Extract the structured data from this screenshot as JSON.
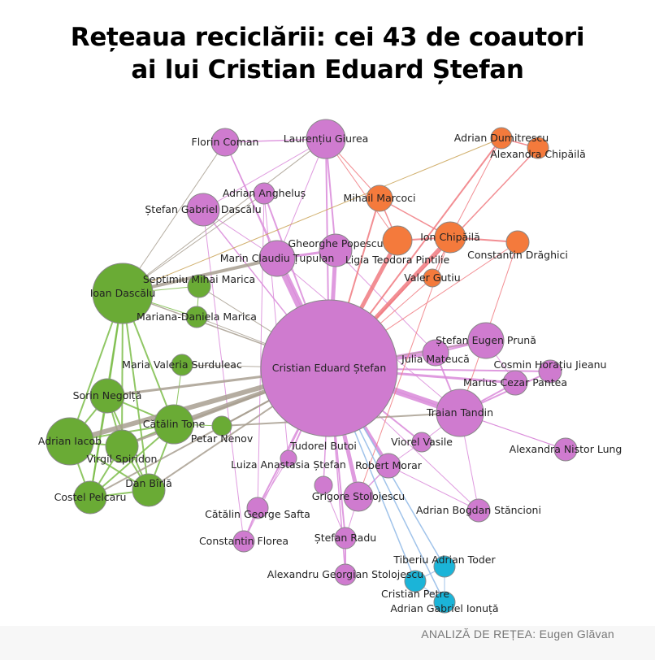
{
  "title": {
    "line1": "Rețeaua reciclării: cei 43 de coautori",
    "line2": "ai lui Cristian Eduard Ștefan"
  },
  "credit": "ANALIZĂ DE REȚEA: Eugen Glăvan",
  "colors": {
    "purple": "#cf7bcf",
    "green": "#6aab35",
    "orange": "#f47a3c",
    "blue": "#1bb4d8",
    "gray": "#a89f90"
  },
  "nodes": [
    {
      "name": "Cristian Eduard Ștefan",
      "group": "purple"
    },
    {
      "name": "Florin Coman",
      "group": "purple"
    },
    {
      "name": "Laurențiu Giurea",
      "group": "purple"
    },
    {
      "name": "Adrian Angheluș",
      "group": "purple"
    },
    {
      "name": "Ștefan Gabriel Dascălu",
      "group": "purple"
    },
    {
      "name": "Marin Claudiu Țupulan",
      "group": "purple"
    },
    {
      "name": "Gheorghe Popescu",
      "group": "purple"
    },
    {
      "name": "Ioan Dascălu",
      "group": "green"
    },
    {
      "name": "Septimiu Mihai Marica",
      "group": "green"
    },
    {
      "name": "Mariana-Daniela Marica",
      "group": "green"
    },
    {
      "name": "Maria Valeria Surduleac",
      "group": "green"
    },
    {
      "name": "Sorin Negoiță",
      "group": "green"
    },
    {
      "name": "Cătălin Tone",
      "group": "green"
    },
    {
      "name": "Petar Nenov",
      "group": "green"
    },
    {
      "name": "Adrian Iacob",
      "group": "green"
    },
    {
      "name": "Virgil Spiridon",
      "group": "green"
    },
    {
      "name": "Costel Pelcaru",
      "group": "green"
    },
    {
      "name": "Dan Bîrlă",
      "group": "green"
    },
    {
      "name": "Adrian Dumitrescu",
      "group": "orange"
    },
    {
      "name": "Alexandra Chipăilă",
      "group": "orange"
    },
    {
      "name": "Mihail Marcoci",
      "group": "orange"
    },
    {
      "name": "Ligia Teodora Pintilie",
      "group": "orange"
    },
    {
      "name": "Ion Chipăilă",
      "group": "orange"
    },
    {
      "name": "Constantin Drăghici",
      "group": "orange"
    },
    {
      "name": "Valer Gutiu",
      "group": "orange"
    },
    {
      "name": "Ștefan Eugen Prună",
      "group": "purple"
    },
    {
      "name": "Julia Mateucă",
      "group": "purple"
    },
    {
      "name": "Cosmin Horațiu Jieanu",
      "group": "purple"
    },
    {
      "name": "Marius Cezar Pantea",
      "group": "purple"
    },
    {
      "name": "Traian Tandin",
      "group": "purple"
    },
    {
      "name": "Viorel Vasile",
      "group": "purple"
    },
    {
      "name": "Alexandra Nistor Lung",
      "group": "purple"
    },
    {
      "name": "Luiza Anastasia Ștefan",
      "group": "purple"
    },
    {
      "name": "Robert Morar",
      "group": "purple"
    },
    {
      "name": "Tudorel Butoi",
      "group": "purple"
    },
    {
      "name": "Grigore Stolojescu",
      "group": "purple"
    },
    {
      "name": "Cătălin George Safta",
      "group": "purple"
    },
    {
      "name": "Adrian Bogdan Stăncioni",
      "group": "purple"
    },
    {
      "name": "Constantin Florea",
      "group": "purple"
    },
    {
      "name": "Ștefan Radu",
      "group": "purple"
    },
    {
      "name": "Alexandru Georgian Stolojescu",
      "group": "purple"
    },
    {
      "name": "Tiberiu Adrian Toder",
      "group": "blue"
    },
    {
      "name": "Cristian Petre",
      "group": "blue"
    },
    {
      "name": "Adrian Gabriel Ionuță",
      "group": "blue"
    }
  ]
}
